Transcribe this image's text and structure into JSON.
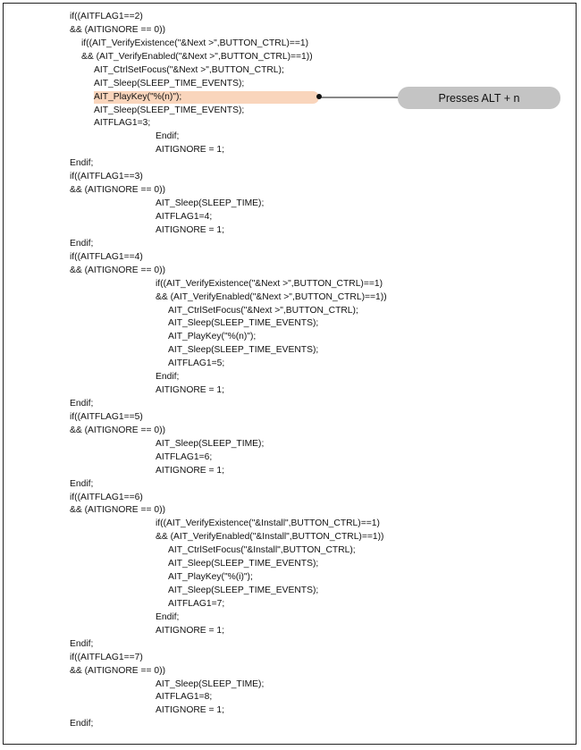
{
  "code_lines": [
    {
      "text": "if((AITFLAG1==2)",
      "indent": 0
    },
    {
      "text": "&& (AITIGNORE == 0))",
      "indent": 0
    },
    {
      "text": "if((AIT_VerifyExistence(\"&Next >\",BUTTON_CTRL)==1)",
      "indent": 1
    },
    {
      "text": "&& (AIT_VerifyEnabled(\"&Next >\",BUTTON_CTRL)==1))",
      "indent": 1
    },
    {
      "text": "AIT_CtrlSetFocus(\"&Next >\",BUTTON_CTRL);",
      "indent": 2
    },
    {
      "text": "AIT_Sleep(SLEEP_TIME_EVENTS);",
      "indent": 2
    },
    {
      "text": "AIT_PlayKey(\"%(n)\");",
      "indent": 2,
      "highlight": true
    },
    {
      "text": "AIT_Sleep(SLEEP_TIME_EVENTS);",
      "indent": 2
    },
    {
      "text": "AITFLAG1=3;",
      "indent": 2
    },
    {
      "text": "Endif;",
      "indent": 3
    },
    {
      "text": "AITIGNORE = 1;",
      "indent": 3
    },
    {
      "text": "Endif;",
      "indent": 0
    },
    {
      "text": "if((AITFLAG1==3)",
      "indent": 0
    },
    {
      "text": "&& (AITIGNORE == 0))",
      "indent": 0
    },
    {
      "text": "AIT_Sleep(SLEEP_TIME);",
      "indent": 3
    },
    {
      "text": "AITFLAG1=4;",
      "indent": 3
    },
    {
      "text": "AITIGNORE = 1;",
      "indent": 3
    },
    {
      "text": "Endif;",
      "indent": 0
    },
    {
      "text": "if((AITFLAG1==4)",
      "indent": 0
    },
    {
      "text": "&& (AITIGNORE == 0))",
      "indent": 0
    },
    {
      "text": "if((AIT_VerifyExistence(\"&Next >\",BUTTON_CTRL)==1)",
      "indent": 3
    },
    {
      "text": "&& (AIT_VerifyEnabled(\"&Next >\",BUTTON_CTRL)==1))",
      "indent": 3
    },
    {
      "text": "AIT_CtrlSetFocus(\"&Next >\",BUTTON_CTRL);",
      "indent": 4
    },
    {
      "text": "AIT_Sleep(SLEEP_TIME_EVENTS);",
      "indent": 4
    },
    {
      "text": "AIT_PlayKey(\"%(n)\");",
      "indent": 4
    },
    {
      "text": "AIT_Sleep(SLEEP_TIME_EVENTS);",
      "indent": 4
    },
    {
      "text": "AITFLAG1=5;",
      "indent": 4
    },
    {
      "text": "Endif;",
      "indent": 3
    },
    {
      "text": "AITIGNORE = 1;",
      "indent": 3
    },
    {
      "text": "Endif;",
      "indent": 0
    },
    {
      "text": "if((AITFLAG1==5)",
      "indent": 0
    },
    {
      "text": "&& (AITIGNORE == 0))",
      "indent": 0
    },
    {
      "text": "AIT_Sleep(SLEEP_TIME);",
      "indent": 3
    },
    {
      "text": "AITFLAG1=6;",
      "indent": 3
    },
    {
      "text": "AITIGNORE = 1;",
      "indent": 3
    },
    {
      "text": "Endif;",
      "indent": 0
    },
    {
      "text": "if((AITFLAG1==6)",
      "indent": 0
    },
    {
      "text": "&& (AITIGNORE == 0))",
      "indent": 0
    },
    {
      "text": "if((AIT_VerifyExistence(\"&Install\",BUTTON_CTRL)==1)",
      "indent": 3
    },
    {
      "text": "&& (AIT_VerifyEnabled(\"&Install\",BUTTON_CTRL)==1))",
      "indent": 3
    },
    {
      "text": "AIT_CtrlSetFocus(\"&Install\",BUTTON_CTRL);",
      "indent": 4
    },
    {
      "text": "AIT_Sleep(SLEEP_TIME_EVENTS);",
      "indent": 4
    },
    {
      "text": "AIT_PlayKey(\"%(i)\");",
      "indent": 4
    },
    {
      "text": "AIT_Sleep(SLEEP_TIME_EVENTS);",
      "indent": 4
    },
    {
      "text": "AITFLAG1=7;",
      "indent": 4
    },
    {
      "text": "Endif;",
      "indent": 3
    },
    {
      "text": "AITIGNORE = 1;",
      "indent": 3
    },
    {
      "text": "Endif;",
      "indent": 0
    },
    {
      "text": "if((AITFLAG1==7)",
      "indent": 0
    },
    {
      "text": "&& (AITIGNORE == 0))",
      "indent": 0
    },
    {
      "text": "AIT_Sleep(SLEEP_TIME);",
      "indent": 3
    },
    {
      "text": "AITFLAG1=8;",
      "indent": 3
    },
    {
      "text": "AITIGNORE = 1;",
      "indent": 3
    },
    {
      "text": "Endif;",
      "indent": 0
    }
  ],
  "callout": {
    "label": "Presses ALT + n",
    "highlight_color": "#f9d5bc",
    "label_color": "#c4c4c4"
  }
}
